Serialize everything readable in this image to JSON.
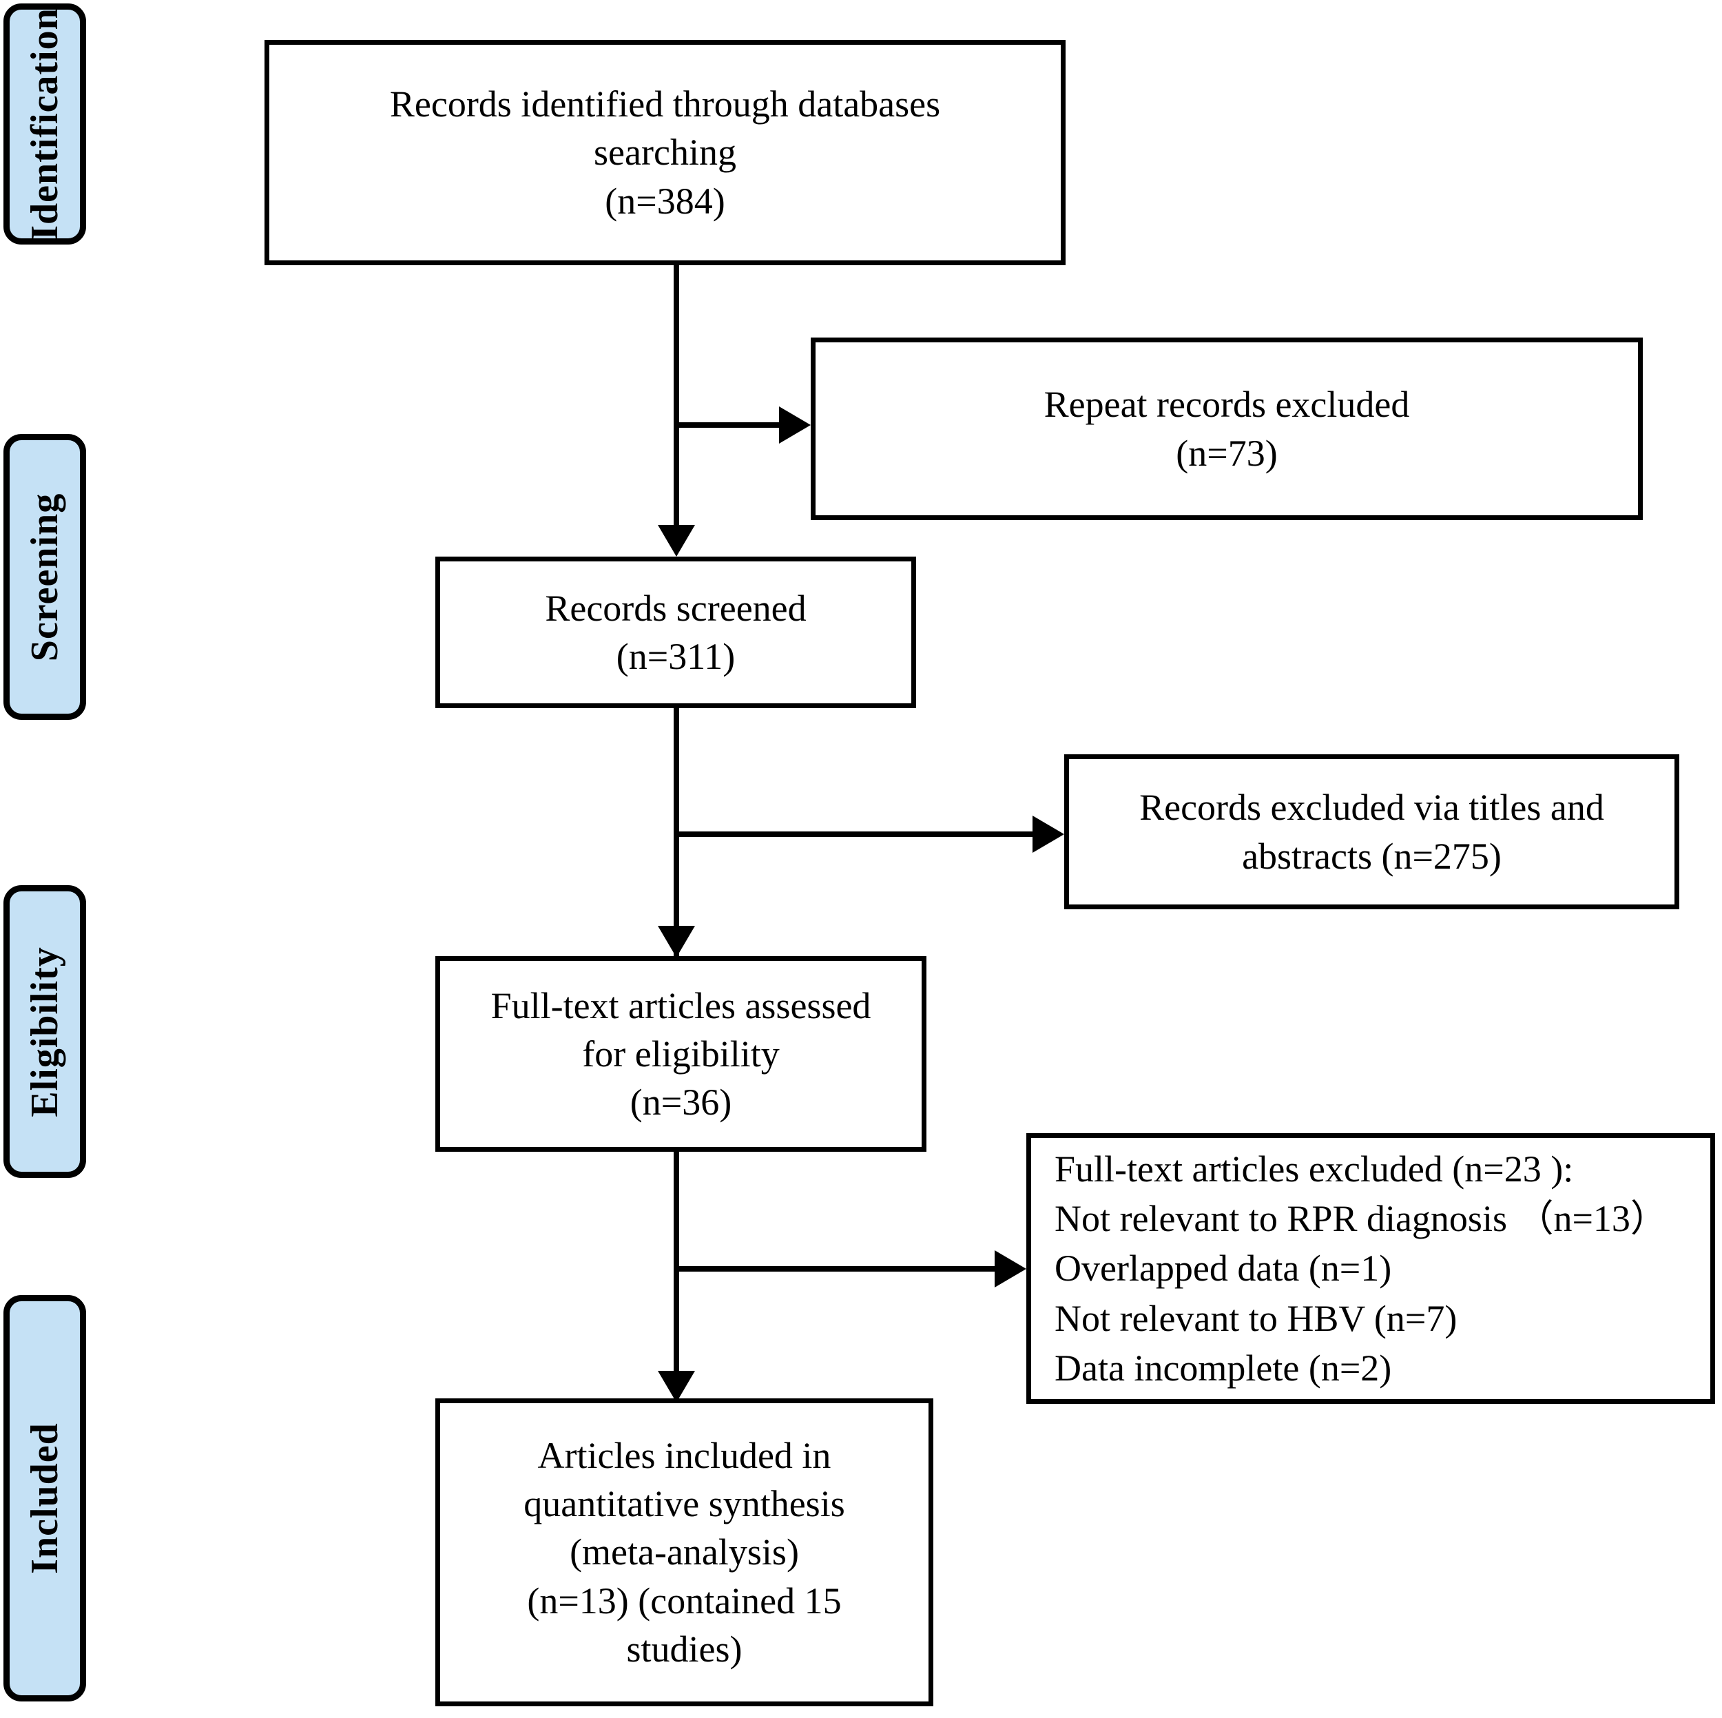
{
  "diagram": {
    "title": "PRISMA study selection flow diagram",
    "accent_color": "#c5e1f5",
    "line_color": "#000000",
    "box_fill": "#ffffff",
    "stages": [
      {
        "id": "identification",
        "label": "Identification"
      },
      {
        "id": "screening",
        "label": "Screening"
      },
      {
        "id": "eligibility",
        "label": "Eligibility"
      },
      {
        "id": "included",
        "label": "Included"
      }
    ],
    "nodes": {
      "records_identified": {
        "label": "Records identified through databases\nsearching\n(n=384)",
        "count": 384
      },
      "repeat_excluded": {
        "label": "Repeat records excluded\n(n=73)",
        "count": 73
      },
      "records_screened": {
        "label": "Records screened\n(n=311)",
        "count": 311
      },
      "records_excluded_titles": {
        "label": "Records excluded via titles and\nabstracts (n=275)",
        "count": 275
      },
      "fulltext_assessed": {
        "label": "Full-text articles assessed\nfor eligibility\n(n=36)",
        "count": 36
      },
      "fulltext_excluded": {
        "label": "Full-text articles excluded (n=23 ):\nNot relevant to RPR diagnosis （n=13）\nOverlapped data (n=1)\nNot relevant to HBV (n=7)\nData incomplete (n=2)",
        "count": 23,
        "reasons": [
          {
            "reason": "Not relevant to RPR diagnosis",
            "count": 13
          },
          {
            "reason": "Overlapped data",
            "count": 1
          },
          {
            "reason": "Not relevant to HBV",
            "count": 7
          },
          {
            "reason": "Data incomplete",
            "count": 2
          }
        ]
      },
      "articles_included": {
        "label": "Articles included in\nquantitative synthesis\n(meta-analysis)\n(n=13) (contained 15\nstudies)",
        "count": 13,
        "contained_studies": 15
      }
    }
  }
}
